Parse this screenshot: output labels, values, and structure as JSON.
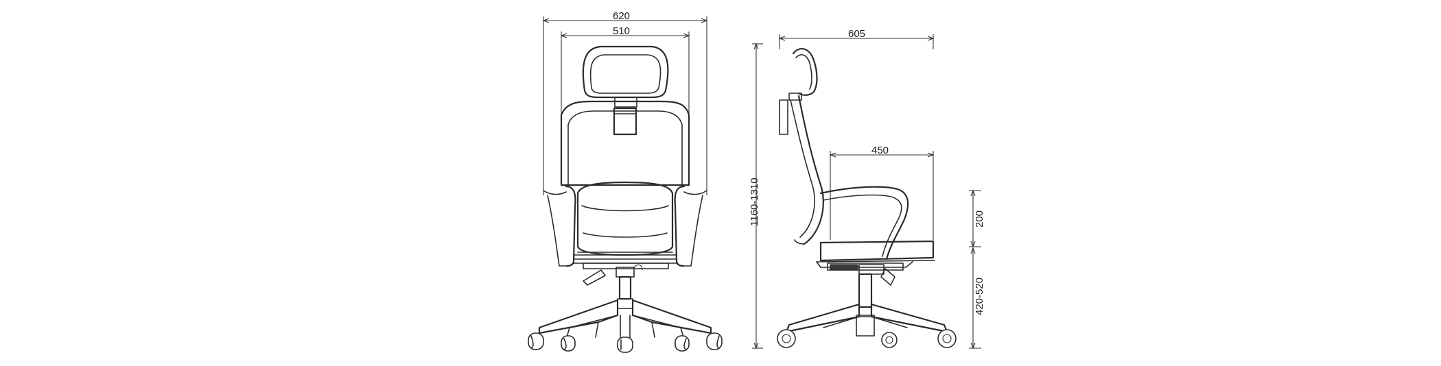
{
  "colors": {
    "line": "#2b2b2b",
    "background": "#ffffff"
  },
  "front_view": {
    "overall_width": "620",
    "back_width": "510"
  },
  "side_view": {
    "overall_depth": "605",
    "seat_depth": "450",
    "overall_height": "1160-1310",
    "armrest_height": "200",
    "seat_height": "420-520"
  }
}
